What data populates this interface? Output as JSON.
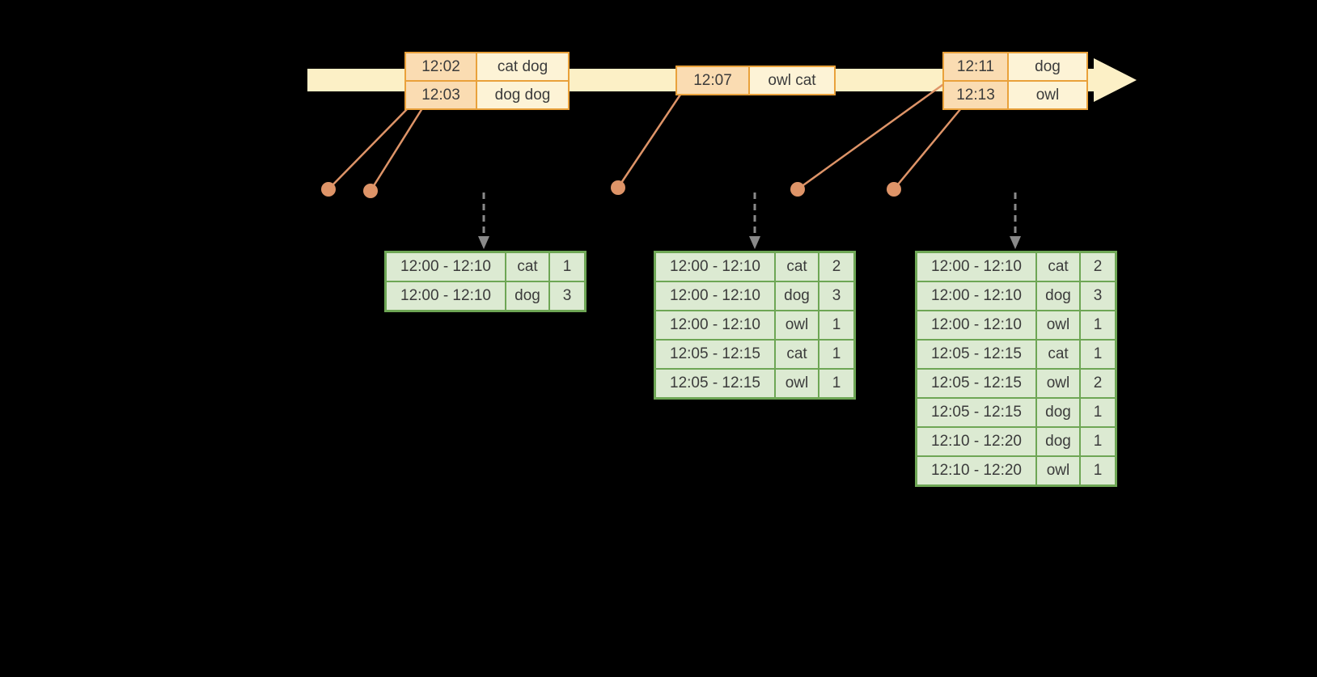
{
  "colors": {
    "bg": "#000000",
    "timeline-fill": "#fcf0c6",
    "orange-border": "#e9a13b",
    "orange-time-fill": "#fadcb2",
    "orange-word-fill": "#fdf3d6",
    "salmon": "#de9468",
    "green-border": "#6ea655",
    "green-fill": "#dcead2",
    "arrow-gray": "#8a8a8a",
    "text": "#3b3b3b"
  },
  "events": [
    {
      "rows": [
        {
          "time": "12:02",
          "words": "cat dog"
        },
        {
          "time": "12:03",
          "words": "dog dog"
        }
      ]
    },
    {
      "rows": [
        {
          "time": "12:07",
          "words": "owl cat"
        }
      ]
    },
    {
      "rows": [
        {
          "time": "12:11",
          "words": "dog"
        },
        {
          "time": "12:13",
          "words": "owl"
        }
      ]
    }
  ],
  "results": [
    {
      "rows": [
        [
          "12:00 - 12:10",
          "cat",
          "1"
        ],
        [
          "12:00 - 12:10",
          "dog",
          "3"
        ]
      ]
    },
    {
      "rows": [
        [
          "12:00 - 12:10",
          "cat",
          "2"
        ],
        [
          "12:00 - 12:10",
          "dog",
          "3"
        ],
        [
          "12:00 - 12:10",
          "owl",
          "1"
        ],
        [
          "12:05 - 12:15",
          "cat",
          "1"
        ],
        [
          "12:05 - 12:15",
          "owl",
          "1"
        ]
      ]
    },
    {
      "rows": [
        [
          "12:00 - 12:10",
          "cat",
          "2"
        ],
        [
          "12:00 - 12:10",
          "dog",
          "3"
        ],
        [
          "12:00 - 12:10",
          "owl",
          "1"
        ],
        [
          "12:05 - 12:15",
          "cat",
          "1"
        ],
        [
          "12:05 - 12:15",
          "owl",
          "2"
        ],
        [
          "12:05 - 12:15",
          "dog",
          "1"
        ],
        [
          "12:10 - 12:20",
          "dog",
          "1"
        ],
        [
          "12:10 - 12:20",
          "owl",
          "1"
        ]
      ]
    }
  ]
}
